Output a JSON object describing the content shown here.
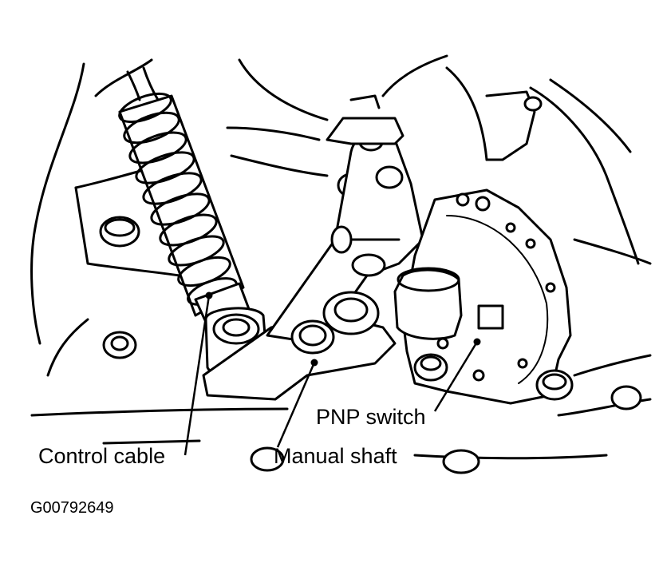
{
  "labels": {
    "control_cable": "Control cable",
    "manual_shaft": "Manual shaft",
    "pnp_switch": "PNP switch"
  },
  "figure_id": "G00792649",
  "colors": {
    "ink": "#000000",
    "paper": "#ffffff"
  }
}
